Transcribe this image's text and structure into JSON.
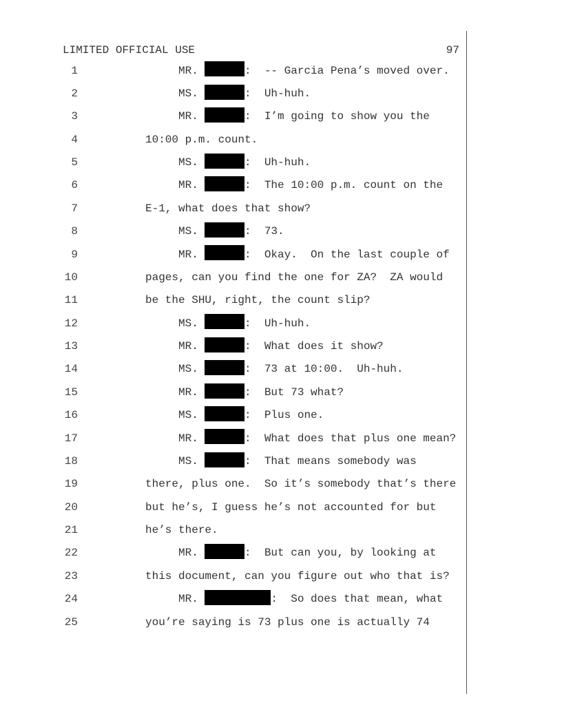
{
  "header": {
    "classification": "LIMITED OFFICIAL USE",
    "page_number": "97"
  },
  "lines": [
    {
      "n": "1",
      "speaker": "MR.",
      "redact": 6,
      "text": "-- Garcia Pena’s moved over."
    },
    {
      "n": "2",
      "speaker": "MS.",
      "redact": 6,
      "text": "Uh-huh."
    },
    {
      "n": "3",
      "speaker": "MR.",
      "redact": 6,
      "text": "I’m going to show you the"
    },
    {
      "n": "4",
      "text": "10:00 p.m. count."
    },
    {
      "n": "5",
      "speaker": "MS.",
      "redact": 6,
      "text": "Uh-huh."
    },
    {
      "n": "6",
      "speaker": "MR.",
      "redact": 6,
      "text": "The 10:00 p.m. count on the"
    },
    {
      "n": "7",
      "text": "E-1, what does that show?"
    },
    {
      "n": "8",
      "speaker": "MS.",
      "redact": 6,
      "text": "73."
    },
    {
      "n": "9",
      "speaker": "MR.",
      "redact": 6,
      "text": "Okay.  On the last couple of"
    },
    {
      "n": "10",
      "text": "pages, can you find the one for ZA?  ZA would"
    },
    {
      "n": "11",
      "text": "be the SHU, right, the count slip?"
    },
    {
      "n": "12",
      "speaker": "MS.",
      "redact": 6,
      "text": "Uh-huh."
    },
    {
      "n": "13",
      "speaker": "MR.",
      "redact": 6,
      "text": "What does it show?"
    },
    {
      "n": "14",
      "speaker": "MS.",
      "redact": 6,
      "text": "73 at 10:00.  Uh-huh."
    },
    {
      "n": "15",
      "speaker": "MR.",
      "redact": 6,
      "text": "But 73 what?"
    },
    {
      "n": "16",
      "speaker": "MS.",
      "redact": 6,
      "text": "Plus one."
    },
    {
      "n": "17",
      "speaker": "MR.",
      "redact": 6,
      "text": "What does that plus one mean?"
    },
    {
      "n": "18",
      "speaker": "MS.",
      "redact": 6,
      "text": "That means somebody was"
    },
    {
      "n": "19",
      "text": "there, plus one.  So it’s somebody that’s there"
    },
    {
      "n": "20",
      "text": "but he’s, I guess he’s not accounted for but"
    },
    {
      "n": "21",
      "text": "he’s there."
    },
    {
      "n": "22",
      "speaker": "MR.",
      "redact": 6,
      "text": "But can you, by looking at"
    },
    {
      "n": "23",
      "text": "this document, can you figure out who that is?"
    },
    {
      "n": "24",
      "speaker": "MR.",
      "redact": 10,
      "text": "So does that mean, what"
    },
    {
      "n": "25",
      "text": "you’re saying is 73 plus one is actually 74"
    }
  ]
}
